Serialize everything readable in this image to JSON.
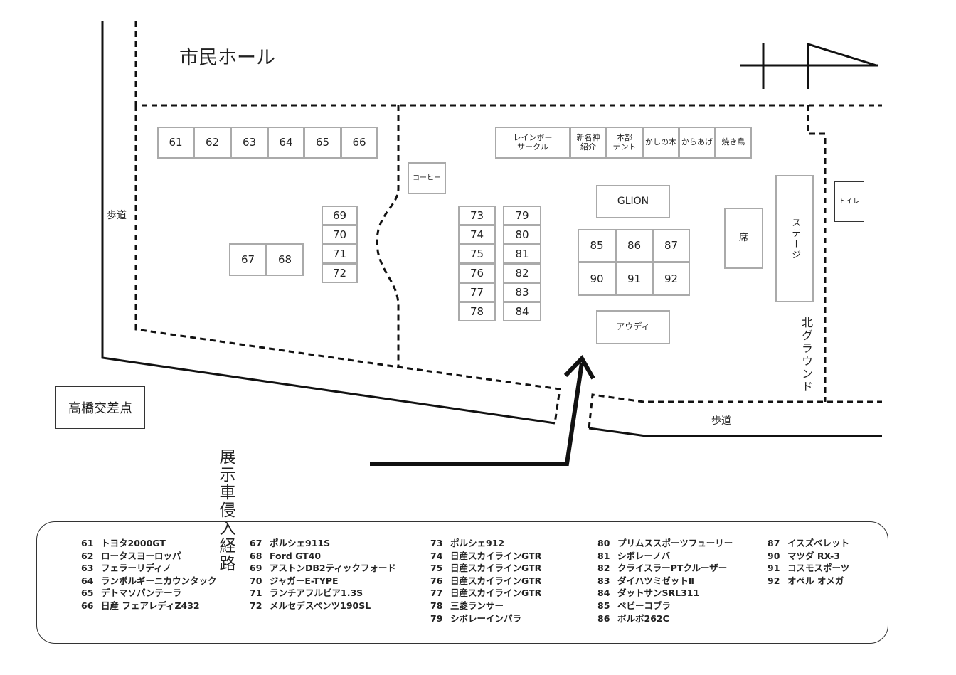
{
  "labels": {
    "hall": "市民ホール",
    "sidewalk_left": "歩道",
    "sidewalk_bottom": "歩道",
    "intersection": "高橋交差点",
    "route": "展示車侵入経路",
    "north_ground": "北グラウンド",
    "toilet": "トイレ",
    "stage": "ステージ",
    "seats": "席",
    "coffee": "コーヒー",
    "glion": "GLION",
    "audi": "アウディ"
  },
  "booths": {
    "b61": "61",
    "b62": "62",
    "b63": "63",
    "b64": "64",
    "b65": "65",
    "b66": "66",
    "b67": "67",
    "b68": "68",
    "b69": "69",
    "b70": "70",
    "b71": "71",
    "b72": "72",
    "b73": "73",
    "b74": "74",
    "b75": "75",
    "b76": "76",
    "b77": "77",
    "b78": "78",
    "b79": "79",
    "b80": "80",
    "b81": "81",
    "b82": "82",
    "b83": "83",
    "b84": "84",
    "b85": "85",
    "b86": "86",
    "b87": "87",
    "b90": "90",
    "b91": "91",
    "b92": "92"
  },
  "stalls": {
    "rainbow": "レインボー\nサークル",
    "shinmei": "新名神\n紹介",
    "honbu": "本部\nテント",
    "kashinoki": "かしの木",
    "karaage": "からあげ",
    "yakitori": "焼き鳥"
  },
  "legend": [
    [
      {
        "num": "61",
        "name": "トヨタ2000GT"
      },
      {
        "num": "62",
        "name": "ロータスヨーロッパ"
      },
      {
        "num": "63",
        "name": "フェラーリディノ"
      },
      {
        "num": "64",
        "name": "ランボルギーニカウンタック"
      },
      {
        "num": "65",
        "name": "デトマソパンテーラ"
      },
      {
        "num": "66",
        "name": "日産 フェアレディZ432"
      }
    ],
    [
      {
        "num": "67",
        "name": "ポルシェ911S"
      },
      {
        "num": "68",
        "name": "Ford GT40"
      },
      {
        "num": "69",
        "name": "アストンDB2ティックフォード"
      },
      {
        "num": "70",
        "name": "ジャガーE-TYPE"
      },
      {
        "num": "71",
        "name": "ランチアフルビア1.3S"
      },
      {
        "num": "72",
        "name": "メルセデスベンツ190SL"
      }
    ],
    [
      {
        "num": "73",
        "name": "ポルシェ912"
      },
      {
        "num": "74",
        "name": "日産スカイラインGTR"
      },
      {
        "num": "75",
        "name": "日産スカイラインGTR"
      },
      {
        "num": "76",
        "name": "日産スカイラインGTR"
      },
      {
        "num": "77",
        "name": "日産スカイラインGTR"
      },
      {
        "num": "78",
        "name": "三菱ランサー"
      },
      {
        "num": "79",
        "name": "シボレーインパラ"
      }
    ],
    [
      {
        "num": "80",
        "name": "プリムススポーツフューリー"
      },
      {
        "num": "81",
        "name": "シボレーノバ"
      },
      {
        "num": "82",
        "name": "クライスラーPTクルーザー"
      },
      {
        "num": "83",
        "name": "ダイハツミゼットⅡ"
      },
      {
        "num": "84",
        "name": "ダットサンSRL311"
      },
      {
        "num": "85",
        "name": "ベビーコブラ"
      },
      {
        "num": "86",
        "name": "ボルボ262C"
      }
    ],
    [
      {
        "num": "87",
        "name": "イスズベレット"
      },
      {
        "num": "90",
        "name": "マツダ RX-3"
      },
      {
        "num": "91",
        "name": "コスモスポーツ"
      },
      {
        "num": "92",
        "name": "オペル オメガ"
      }
    ]
  ],
  "colors": {
    "line": "#111111",
    "booth_border": "#aaaaaa"
  }
}
